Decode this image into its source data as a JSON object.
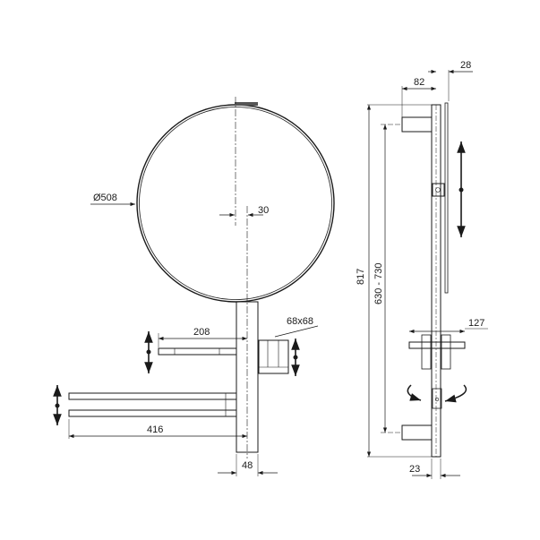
{
  "drawing": {
    "front_view": {
      "mirror_diameter": "Ø508",
      "mirror_offset": "30",
      "shelf_width": "208",
      "cup_size": "68x68",
      "towel_bar_width": "416",
      "column_width": "48"
    },
    "side_view": {
      "total_height": "817",
      "adjustable_range": "630 - 730",
      "arm_depth": "82",
      "mirror_depth": "28",
      "shelf_depth": "127",
      "column_depth": "23"
    },
    "colors": {
      "line": "#1a1a1a",
      "background": "#ffffff"
    }
  }
}
